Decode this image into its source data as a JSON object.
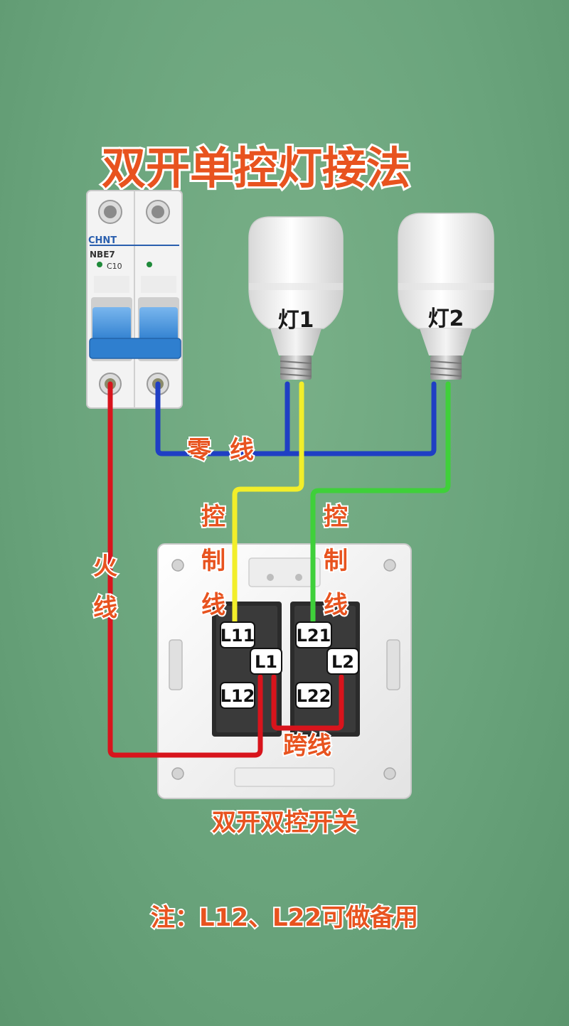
{
  "title": "双开单控灯接法",
  "breaker": {
    "brand": "CHNT",
    "model": "NBE7",
    "rating": "C10"
  },
  "bulbs": [
    {
      "label": "灯1"
    },
    {
      "label": "灯2"
    }
  ],
  "wire_labels": {
    "neutral": [
      "零",
      "线"
    ],
    "live": [
      "火",
      "线"
    ],
    "control_left": [
      "控",
      "制",
      "线"
    ],
    "control_right": [
      "控",
      "制",
      "线"
    ],
    "bridge": "跨线"
  },
  "terminals": [
    "L11",
    "L1",
    "L12",
    "L21",
    "L2",
    "L22"
  ],
  "switch_caption": "双开双控开关",
  "note": "注：L12、L22可做备用",
  "colors": {
    "live": "#d8141c",
    "neutral": "#1f3fc4",
    "control_left": "#f2ee2a",
    "control_right": "#3fd03a",
    "label": "#e8531f"
  }
}
